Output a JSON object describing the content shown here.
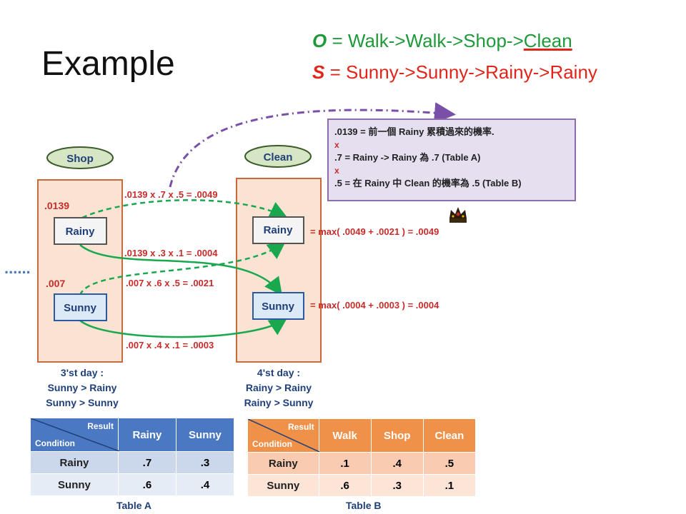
{
  "slide": {
    "title": "Example",
    "observation": {
      "var": "O",
      "eq": "=",
      "seq": "Walk->Walk->Shop->",
      "last": "Clean"
    },
    "states": {
      "var": "S",
      "eq": "=",
      "seq": "Sunny->Sunny->Rainy->Rainy"
    }
  },
  "diagram": {
    "obs_left": "Shop",
    "obs_right": "Clean",
    "left_rainy_prob": ".0139",
    "left_sunny_prob": ".007",
    "node_rainy": "Rainy",
    "node_sunny": "Sunny",
    "calc_rr": ".0139 x .7 x .5 = .0049",
    "calc_rs": ".0139 x .3 x .1 = .0004",
    "calc_sr": ".007 x .6 x .5 = .0021",
    "calc_ss": ".007 x .4 x .1 = .0003",
    "result_rainy": "= max( .0049 + .0021 ) = .0049",
    "result_sunny": "= max( .0004 + .0003 ) = .0004",
    "ellipsis": "......",
    "crown_icon": "crown-icon",
    "colors": {
      "green": "#1aa84f",
      "purple": "#7a4fa8",
      "orange_box": "#fbe3d3",
      "orange_border": "#c9683a"
    }
  },
  "note": {
    "line1": ".0139 = 前一個 Rainy 累積過來的機率.",
    "x1": "x",
    "line2": ".7 = Rainy -> Rainy 為 .7 (Table A)",
    "x2": "x",
    "line3": ".5 = 在 Rainy 中 Clean 的機率為 .5 (Table B)"
  },
  "days": {
    "left": {
      "title": "3'st day :",
      "l1": "Sunny > Rainy",
      "l2": "Sunny > Sunny"
    },
    "right": {
      "title": "4'st day :",
      "l1": "Rainy > Rainy",
      "l2": "Rainy > Sunny"
    }
  },
  "tableA": {
    "result_label": "Result",
    "condition_label": "Condition",
    "cols": [
      "Rainy",
      "Sunny"
    ],
    "rows": [
      {
        "label": "Rainy",
        "values": [
          ".7",
          ".3"
        ]
      },
      {
        "label": "Sunny",
        "values": [
          ".6",
          ".4"
        ]
      }
    ],
    "caption": "Table A"
  },
  "tableB": {
    "result_label": "Result",
    "condition_label": "Condition",
    "cols": [
      "Walk",
      "Shop",
      "Clean"
    ],
    "rows": [
      {
        "label": "Rainy",
        "values": [
          ".1",
          ".4",
          ".5"
        ]
      },
      {
        "label": "Sunny",
        "values": [
          ".6",
          ".3",
          ".1"
        ]
      }
    ],
    "caption": "Table B"
  }
}
